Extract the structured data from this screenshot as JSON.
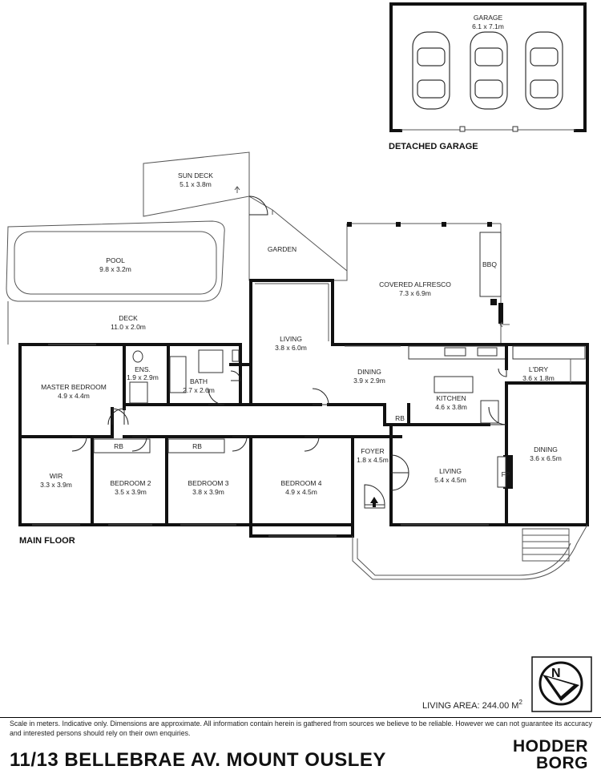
{
  "garage": {
    "name": "GARAGE",
    "size": "6.1 x 7.1m",
    "caption": "DETACHED GARAGE"
  },
  "rooms": {
    "sun_deck": {
      "name": "SUN DECK",
      "size": "5.1 x 3.8m"
    },
    "pool": {
      "name": "POOL",
      "size": "9.8 x 3.2m"
    },
    "garden": {
      "name": "GARDEN"
    },
    "covered_alfresco": {
      "name": "COVERED ALFRESCO",
      "size": "7.3 x 6.9m"
    },
    "bbq": {
      "name": "BBQ"
    },
    "deck": {
      "name": "DECK",
      "size": "11.0 x 2.0m"
    },
    "living_upper": {
      "name": "LIVING",
      "size": "3.8 x 6.0m"
    },
    "master_bedroom": {
      "name": "MASTER BEDROOM",
      "size": "4.9 x 4.4m"
    },
    "ens": {
      "name": "ENS.",
      "size": "1.9 x 2.9m"
    },
    "bath": {
      "name": "BATH",
      "size": "2.7 x 2.6m"
    },
    "dining_center": {
      "name": "DINING",
      "size": "3.9 x 2.9m"
    },
    "kitchen": {
      "name": "KITCHEN",
      "size": "4.6 x 3.8m"
    },
    "ldry": {
      "name": "L'DRY",
      "size": "3.6 x 1.8m"
    },
    "rb_hall": {
      "name": "RB"
    },
    "dining_right": {
      "name": "DINING",
      "size": "3.6 x 6.5m"
    },
    "wir": {
      "name": "WIR",
      "size": "3.3 x 3.9m"
    },
    "bedroom_2": {
      "name": "BEDROOM 2",
      "size": "3.5 x 3.9m"
    },
    "rb_bed2": {
      "name": "RB"
    },
    "bedroom_3": {
      "name": "BEDROOM 3",
      "size": "3.8 x 3.9m"
    },
    "rb_bed3": {
      "name": "RB"
    },
    "bedroom_4": {
      "name": "BEDROOM 4",
      "size": "4.9 x 4.5m"
    },
    "foyer": {
      "name": "FOYER",
      "size": "1.8 x 4.5m"
    },
    "living_main": {
      "name": "LIVING",
      "size": "5.4 x 4.5m"
    },
    "fp": {
      "name": "FP"
    }
  },
  "main_floor_label": "MAIN FLOOR",
  "living_area": {
    "label": "LIVING AREA: 244.00 M",
    "superscript": "2"
  },
  "compass": {
    "letter": "N"
  },
  "disclaimer": "Scale in meters. Indicative only. Dimensions are approximate. All information contain herein is gathered from sources we believe to be reliable. However we can not guarantee its accuracy and interested persons should rely on their own enquiries.",
  "address": "11/13 BELLEBRAE AV. MOUNT OUSLEY",
  "logo": {
    "line1": "HODDER",
    "line2": "BORG"
  }
}
